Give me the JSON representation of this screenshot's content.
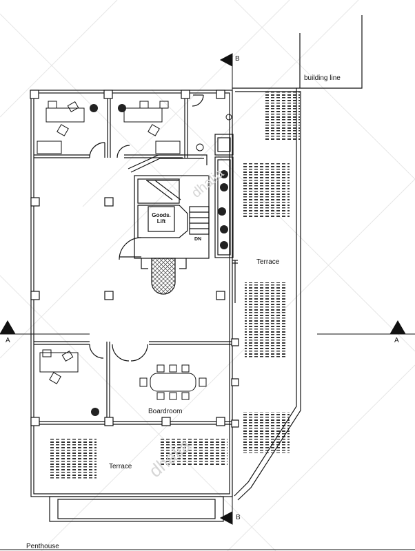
{
  "labels": {
    "building_line": "building line",
    "terrace_right": "Terrace",
    "terrace_bottom": "Terrace",
    "boardroom": "Boardroom",
    "goods_lift_line1": "Goods.",
    "goods_lift_line2": "Lift",
    "stair_dn": "DN",
    "section_b_top": "B",
    "section_b_bottom": "B",
    "section_a_left": "A",
    "section_a_right": "A",
    "footer": "Penthouse",
    "watermark": "dhalia"
  },
  "colors": {
    "line": "#111111",
    "watermark": "#d6d6d6"
  }
}
